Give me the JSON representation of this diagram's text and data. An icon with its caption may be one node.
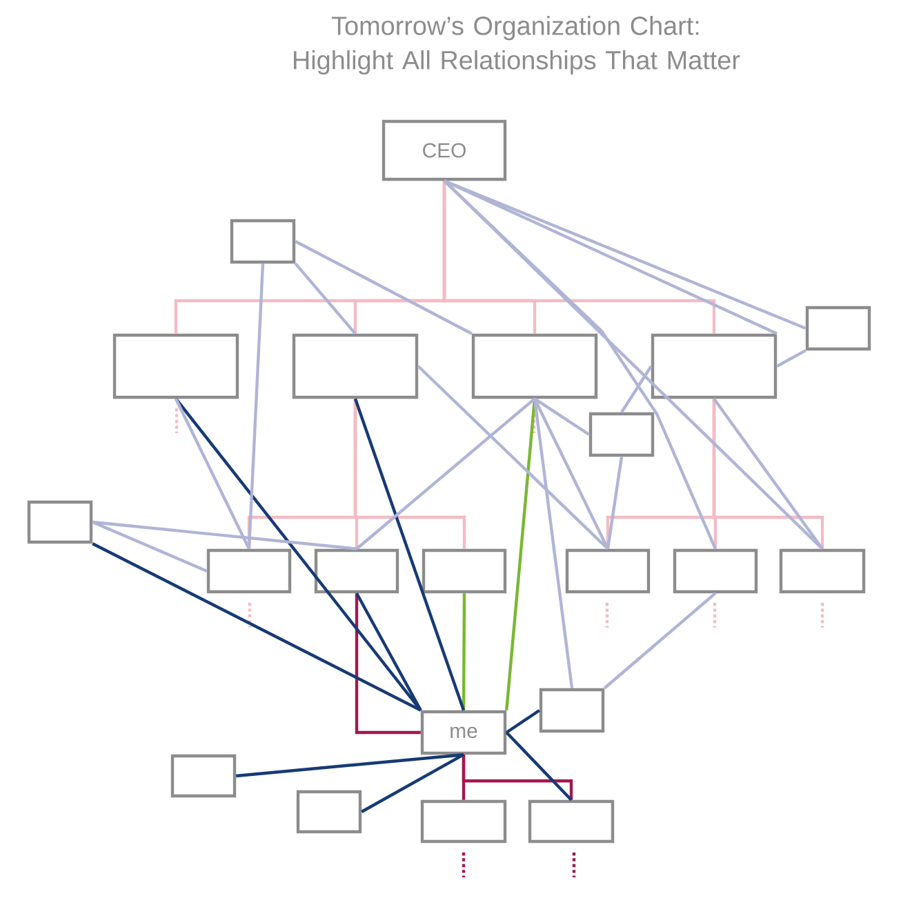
{
  "diagram": {
    "title": "Tomorrow’s Organization Chart: Highlight All Relationships That Matter",
    "nodes": [
      {
        "text": [
          "CEO"
        ]
      },
      {
        "text": [],
        "shape": "box"
      },
      {
        "text": [],
        "shape": "box"
      },
      {
        "text": [],
        "shape": "box"
      },
      {
        "text": [],
        "shape": "box"
      },
      {
        "text": [],
        "shape": "box"
      },
      {
        "text": [],
        "shape": "box"
      },
      {
        "text": [],
        "shape": "box"
      },
      {
        "text": [],
        "shape": "box"
      },
      {
        "text": [],
        "shape": "box"
      },
      {
        "text": [],
        "shape": "box"
      },
      {
        "text": [],
        "shape": "box"
      },
      {
        "text": [],
        "shape": "box"
      },
      {
        "text": [],
        "shape": "box"
      },
      {
        "text": [],
        "shape": "box"
      },
      {
        "text": [],
        "shape": "box"
      },
      {
        "text": [
          "me"
        ]
      },
      {
        "text": [],
        "shape": "box"
      },
      {
        "text": [],
        "shape": "box"
      },
      {
        "text": [],
        "shape": "box"
      },
      {
        "text": [],
        "shape": "box"
      }
    ],
    "edges": [
      {
        "from": 0,
        "to": 3,
        "arrow": "none",
        "color": "#f2bcc4"
      },
      {
        "from": 0,
        "to": 4,
        "arrow": "none",
        "color": "#f2bcc4"
      },
      {
        "from": 0,
        "to": 5,
        "arrow": "none",
        "color": "#f2bcc4"
      },
      {
        "from": 0,
        "to": 6,
        "arrow": "none",
        "color": "#f2bcc4"
      },
      {
        "from": 4,
        "to": 9,
        "arrow": "none",
        "color": "#f2bcc4"
      },
      {
        "from": 4,
        "to": 10,
        "arrow": "none",
        "color": "#f2bcc4"
      },
      {
        "from": 4,
        "to": 11,
        "arrow": "none",
        "color": "#f2bcc4"
      },
      {
        "from": 6,
        "to": 12,
        "arrow": "none",
        "color": "#f2bcc4"
      },
      {
        "from": 6,
        "to": 13,
        "arrow": "none",
        "color": "#f2bcc4"
      },
      {
        "from": 6,
        "to": 14,
        "arrow": "none",
        "color": "#f2bcc4"
      },
      {
        "from": 10,
        "to": 16,
        "arrow": "none",
        "color": "#a3174f"
      },
      {
        "from": 16,
        "to": 19,
        "arrow": "none",
        "color": "#a3174f"
      },
      {
        "from": 16,
        "to": 20,
        "arrow": "none",
        "color": "#a3174f"
      },
      {
        "from": 5,
        "to": 16,
        "arrow": "none",
        "color": "#7ab733"
      },
      {
        "from": 11,
        "to": 16,
        "arrow": "none",
        "color": "#7ab733"
      },
      {
        "from": 3,
        "to": 16,
        "arrow": "none",
        "color": "#173a75"
      },
      {
        "from": 4,
        "to": 16,
        "arrow": "none",
        "color": "#173a75"
      },
      {
        "from": 10,
        "to": 16,
        "arrow": "none",
        "color": "#173a75"
      },
      {
        "from": 8,
        "to": 16,
        "arrow": "none",
        "color": "#173a75"
      },
      {
        "from": 16,
        "to": 15,
        "arrow": "none",
        "color": "#173a75"
      },
      {
        "from": 16,
        "to": 20,
        "arrow": "none",
        "color": "#173a75"
      },
      {
        "from": 16,
        "to": 17,
        "arrow": "none",
        "color": "#173a75"
      },
      {
        "from": 16,
        "to": 18,
        "arrow": "none",
        "color": "#173a75"
      },
      {
        "from": 0,
        "to": 13,
        "arrow": "none"
      },
      {
        "from": 0,
        "to": 14,
        "arrow": "none"
      },
      {
        "from": 0,
        "to": 6,
        "arrow": "none"
      },
      {
        "from": 0,
        "to": 2,
        "arrow": "none"
      },
      {
        "from": 1,
        "to": 9,
        "arrow": "none"
      },
      {
        "from": 1,
        "to": 4,
        "arrow": "none"
      },
      {
        "from": 1,
        "to": 5,
        "arrow": "none"
      },
      {
        "from": 2,
        "to": 6,
        "arrow": "none"
      },
      {
        "from": 3,
        "to": 9,
        "arrow": "none"
      },
      {
        "from": 8,
        "to": 9,
        "arrow": "none"
      },
      {
        "from": 8,
        "to": 10,
        "arrow": "none"
      },
      {
        "from": 5,
        "to": 10,
        "arrow": "none"
      },
      {
        "from": 4,
        "to": 12,
        "arrow": "none"
      },
      {
        "from": 5,
        "to": 7,
        "arrow": "none"
      },
      {
        "from": 5,
        "to": 12,
        "arrow": "none"
      },
      {
        "from": 5,
        "to": 15,
        "arrow": "none"
      },
      {
        "from": 6,
        "to": 7,
        "arrow": "none"
      },
      {
        "from": 7,
        "to": 12,
        "arrow": "none"
      },
      {
        "from": 6,
        "to": 14,
        "arrow": "none"
      },
      {
        "from": 13,
        "to": 15,
        "arrow": "none"
      }
    ]
  }
}
